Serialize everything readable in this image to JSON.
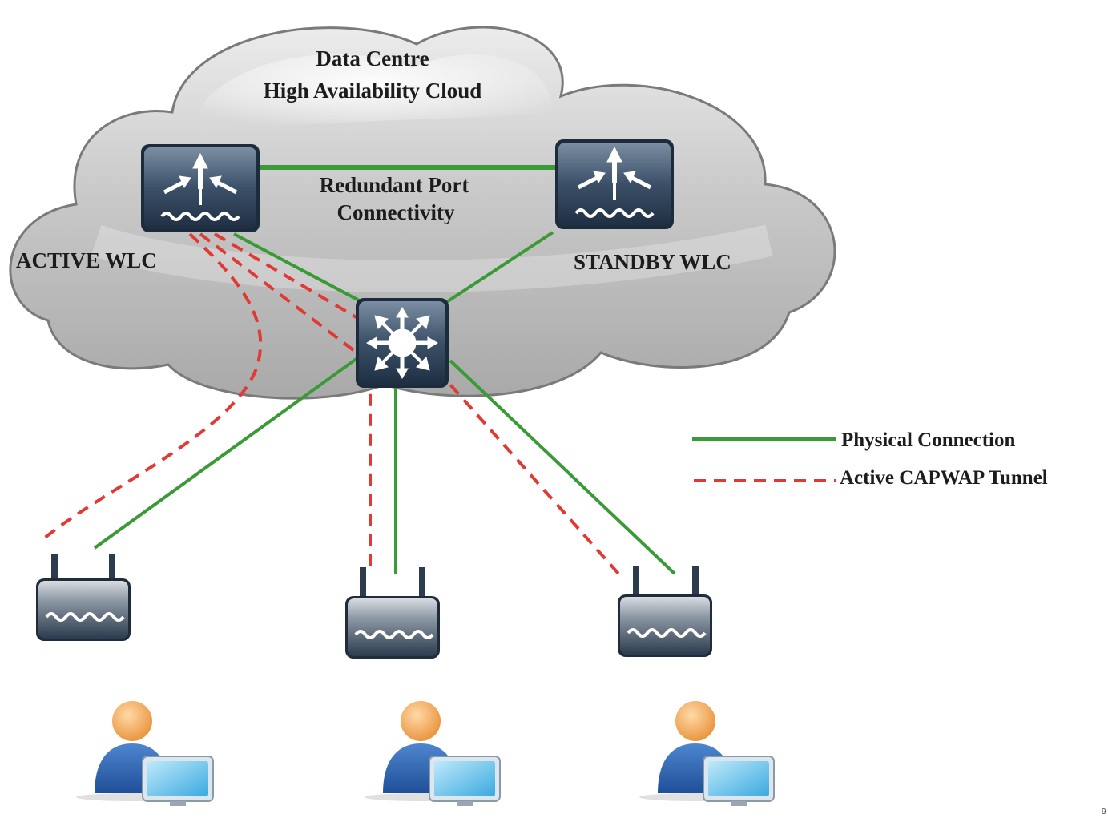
{
  "cloud": {
    "title_line1": "Data Centre",
    "title_line2": "High Availability Cloud"
  },
  "redundant_link": {
    "label_line1": "Redundant Port",
    "label_line2": "Connectivity"
  },
  "controllers": {
    "active_label": "ACTIVE WLC",
    "standby_label": "STANDBY WLC"
  },
  "legend": {
    "physical": "Physical Connection",
    "tunnel": "Active CAPWAP Tunnel"
  },
  "colors": {
    "physical_line": "#3a9a35",
    "tunnel_line": "#e03a34",
    "device_body": "#2c4159",
    "cloud_fill": "#bdbdbd",
    "user_head": "#f0a04a",
    "user_body": "#2a63b0",
    "monitor": "#5cbde8"
  },
  "icons": {
    "controller": "wlc-icon",
    "switch": "multilayer-switch-icon",
    "access_point": "access-point-icon",
    "user": "user-workstation-icon"
  },
  "corner_mark": "9"
}
